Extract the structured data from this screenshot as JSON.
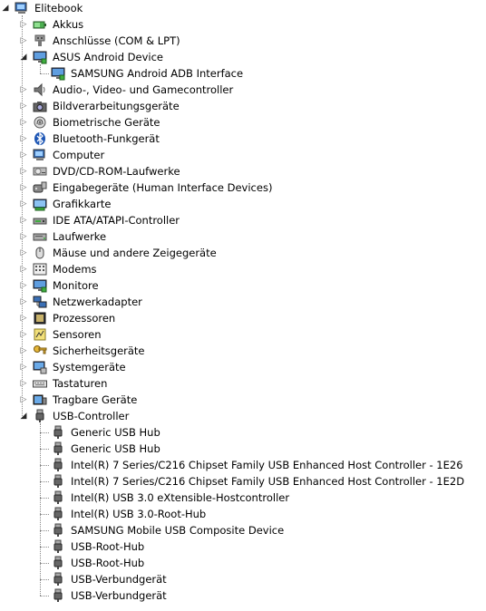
{
  "root": {
    "label": "Elitebook",
    "icon": "computer-icon"
  },
  "categories": [
    {
      "label": "Akkus",
      "icon": "battery-icon"
    },
    {
      "label": "Anschlüsse (COM & LPT)",
      "icon": "port-icon"
    },
    {
      "label": "ASUS Android Device",
      "icon": "monitor-icon",
      "children": [
        {
          "label": "SAMSUNG Android ADB Interface",
          "icon": "monitor-icon"
        }
      ]
    },
    {
      "label": "Audio-, Video- und Gamecontroller",
      "icon": "speaker-icon"
    },
    {
      "label": "Bildverarbeitungsgeräte",
      "icon": "camera-icon"
    },
    {
      "label": "Biometrische Geräte",
      "icon": "fingerprint-icon"
    },
    {
      "label": "Bluetooth-Funkgerät",
      "icon": "bluetooth-icon"
    },
    {
      "label": "Computer",
      "icon": "computer-icon"
    },
    {
      "label": "DVD/CD-ROM-Laufwerke",
      "icon": "disc-drive-icon"
    },
    {
      "label": "Eingabegeräte (Human Interface Devices)",
      "icon": "hid-icon"
    },
    {
      "label": "Grafikkarte",
      "icon": "display-adapter-icon"
    },
    {
      "label": "IDE ATA/ATAPI-Controller",
      "icon": "ide-controller-icon"
    },
    {
      "label": "Laufwerke",
      "icon": "drive-icon"
    },
    {
      "label": "Mäuse und andere Zeigegeräte",
      "icon": "mouse-icon"
    },
    {
      "label": "Modems",
      "icon": "modem-icon"
    },
    {
      "label": "Monitore",
      "icon": "monitor-icon"
    },
    {
      "label": "Netzwerkadapter",
      "icon": "network-icon"
    },
    {
      "label": "Prozessoren",
      "icon": "processor-icon"
    },
    {
      "label": "Sensoren",
      "icon": "sensor-icon"
    },
    {
      "label": "Sicherheitsgeräte",
      "icon": "key-icon"
    },
    {
      "label": "Systemgeräte",
      "icon": "system-device-icon"
    },
    {
      "label": "Tastaturen",
      "icon": "keyboard-icon"
    },
    {
      "label": "Tragbare Geräte",
      "icon": "portable-device-icon"
    },
    {
      "label": "USB-Controller",
      "icon": "usb-icon",
      "children": [
        {
          "label": "Generic USB Hub",
          "icon": "usb-icon"
        },
        {
          "label": "Generic USB Hub",
          "icon": "usb-icon"
        },
        {
          "label": "Intel(R) 7 Series/C216 Chipset Family USB Enhanced Host Controller - 1E26",
          "icon": "usb-icon"
        },
        {
          "label": "Intel(R) 7 Series/C216 Chipset Family USB Enhanced Host Controller - 1E2D",
          "icon": "usb-icon"
        },
        {
          "label": "Intel(R) USB 3.0 eXtensible-Hostcontroller",
          "icon": "usb-icon"
        },
        {
          "label": "Intel(R) USB 3.0-Root-Hub",
          "icon": "usb-icon"
        },
        {
          "label": "SAMSUNG Mobile USB Composite Device",
          "icon": "usb-icon"
        },
        {
          "label": "USB-Root-Hub",
          "icon": "usb-icon"
        },
        {
          "label": "USB-Root-Hub",
          "icon": "usb-icon"
        },
        {
          "label": "USB-Verbundgerät",
          "icon": "usb-icon"
        },
        {
          "label": "USB-Verbundgerät",
          "icon": "usb-icon"
        }
      ]
    }
  ]
}
